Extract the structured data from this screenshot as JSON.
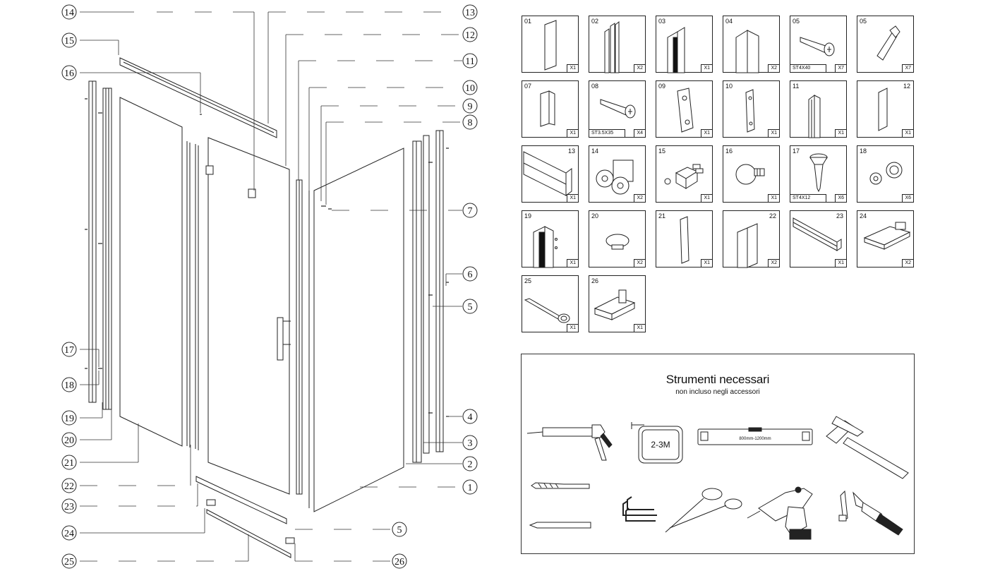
{
  "diagram": {
    "callouts": [
      "14",
      "13",
      "15",
      "12",
      "16",
      "11",
      "10",
      "9",
      "8",
      "7",
      "6",
      "5",
      "17",
      "18",
      "19",
      "20",
      "21",
      "22",
      "4",
      "3",
      "2",
      "1",
      "23",
      "24",
      "5",
      "25",
      "26"
    ]
  },
  "parts": [
    {
      "code": "01",
      "qty": "X1",
      "spec": ""
    },
    {
      "code": "02",
      "qty": "X2",
      "spec": ""
    },
    {
      "code": "03",
      "qty": "X1",
      "spec": ""
    },
    {
      "code": "04",
      "qty": "X2",
      "spec": ""
    },
    {
      "code": "05",
      "qty": "X7",
      "spec": "ST4X40"
    },
    {
      "code": "05",
      "qty": "X7",
      "spec": ""
    },
    {
      "code": "07",
      "qty": "X1",
      "spec": ""
    },
    {
      "code": "08",
      "qty": "X4",
      "spec": "ST3.5X35"
    },
    {
      "code": "09",
      "qty": "X1",
      "spec": ""
    },
    {
      "code": "10",
      "qty": "X1",
      "spec": ""
    },
    {
      "code": "11",
      "qty": "X1",
      "spec": ""
    },
    {
      "code": "12",
      "qty": "X1",
      "spec": ""
    },
    {
      "code": "13",
      "qty": "X1",
      "spec": ""
    },
    {
      "code": "14",
      "qty": "X2",
      "spec": ""
    },
    {
      "code": "15",
      "qty": "X1",
      "spec": ""
    },
    {
      "code": "16",
      "qty": "X1",
      "spec": ""
    },
    {
      "code": "17",
      "qty": "X6",
      "spec": "ST4X12"
    },
    {
      "code": "18",
      "qty": "X6",
      "spec": ""
    },
    {
      "code": "19",
      "qty": "X1",
      "spec": ""
    },
    {
      "code": "20",
      "qty": "X2",
      "spec": ""
    },
    {
      "code": "21",
      "qty": "X1",
      "spec": ""
    },
    {
      "code": "22",
      "qty": "X2",
      "spec": ""
    },
    {
      "code": "23",
      "qty": "X1",
      "spec": ""
    },
    {
      "code": "24",
      "qty": "X2",
      "spec": ""
    },
    {
      "code": "25",
      "qty": "X1",
      "spec": ""
    },
    {
      "code": "26",
      "qty": "X1",
      "spec": ""
    }
  ],
  "tools": {
    "title": "Strumenti necessari",
    "subtitle": "non incluso negli accessori",
    "tape_label": "2-3M",
    "level_label": "800mm-1200mm",
    "items": [
      "caulking-gun",
      "tape-measure",
      "spirit-level",
      "hammer",
      "drill-bit",
      "hex-keys",
      "scissors",
      "cordless-drill",
      "screwdrivers",
      "pencil"
    ]
  }
}
